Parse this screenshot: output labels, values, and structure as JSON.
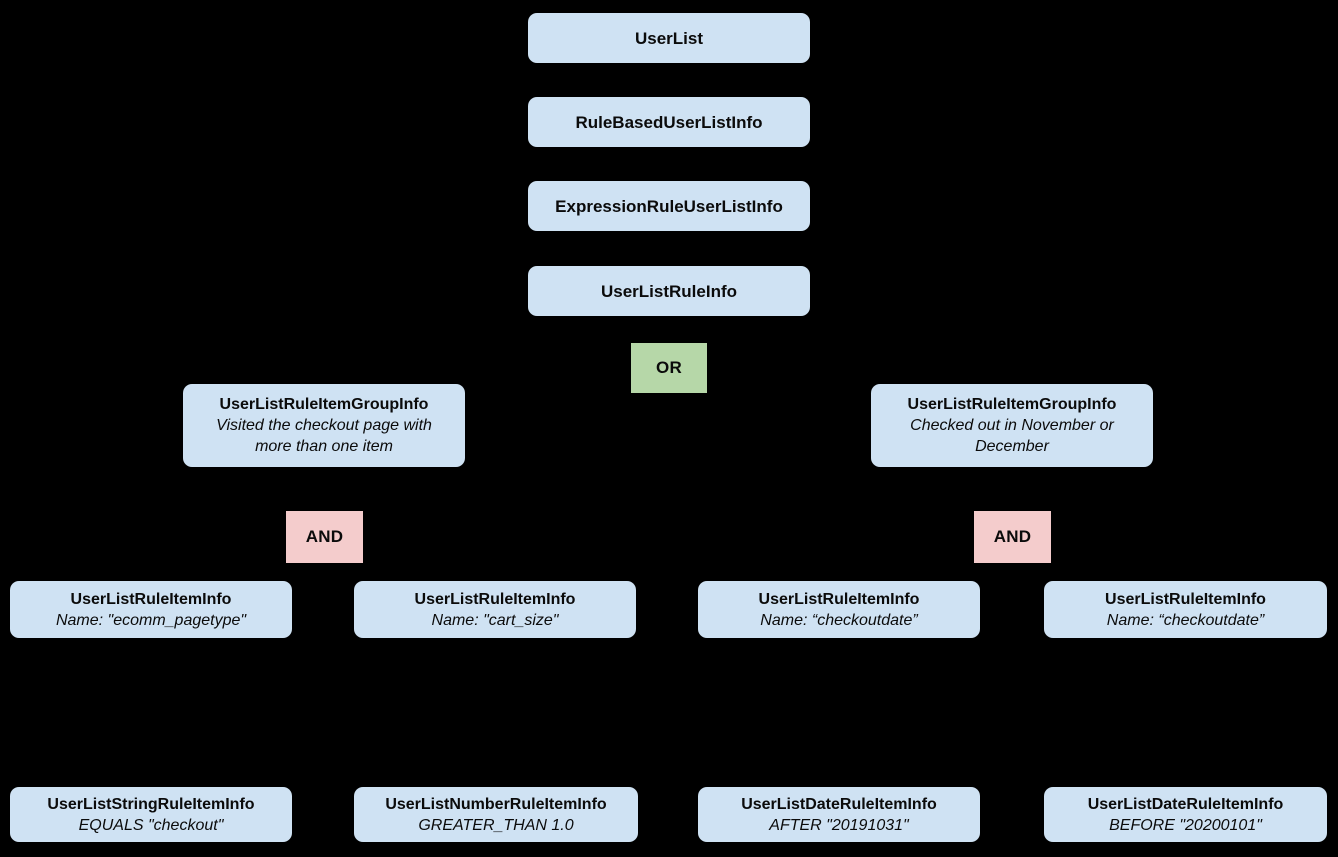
{
  "colors": {
    "background": "#000000",
    "box_blue": "#cfe2f3",
    "or_green": "#b6d7a8",
    "and_pink": "#f4cccc",
    "text": "#0b0b0b"
  },
  "nodes": {
    "userlist": {
      "label": "UserList"
    },
    "rule_based_user_list_info": {
      "label": "RuleBasedUserListInfo"
    },
    "expression_rule_user_list_info": {
      "label": "ExpressionRuleUserListInfo"
    },
    "user_list_rule_info": {
      "label": "UserListRuleInfo"
    },
    "or_operator": {
      "label": "OR"
    },
    "group_left": {
      "label": "UserListRuleItemGroupInfo",
      "description": "Visited the checkout page with more than one item"
    },
    "group_right": {
      "label": "UserListRuleItemGroupInfo",
      "description": "Checked out in November or December"
    },
    "and_left": {
      "label": "AND"
    },
    "and_right": {
      "label": "AND"
    },
    "rule_item_1": {
      "label": "UserListRuleItemInfo",
      "description": "Name: \"ecomm_pagetype\""
    },
    "rule_item_2": {
      "label": "UserListRuleItemInfo",
      "description": "Name: \"cart_size\""
    },
    "rule_item_3": {
      "label": "UserListRuleItemInfo",
      "description": "Name: “checkoutdate”"
    },
    "rule_item_4": {
      "label": "UserListRuleItemInfo",
      "description": "Name: “checkoutdate”"
    },
    "operand_1": {
      "label": "UserListStringRuleItemInfo",
      "description": "EQUALS \"checkout\""
    },
    "operand_2": {
      "label": "UserListNumberRuleItemInfo",
      "description": "GREATER_THAN 1.0"
    },
    "operand_3": {
      "label": "UserListDateRuleItemInfo",
      "description": "AFTER \"20191031\""
    },
    "operand_4": {
      "label": "UserListDateRuleItemInfo",
      "description": "BEFORE \"20200101\""
    }
  }
}
